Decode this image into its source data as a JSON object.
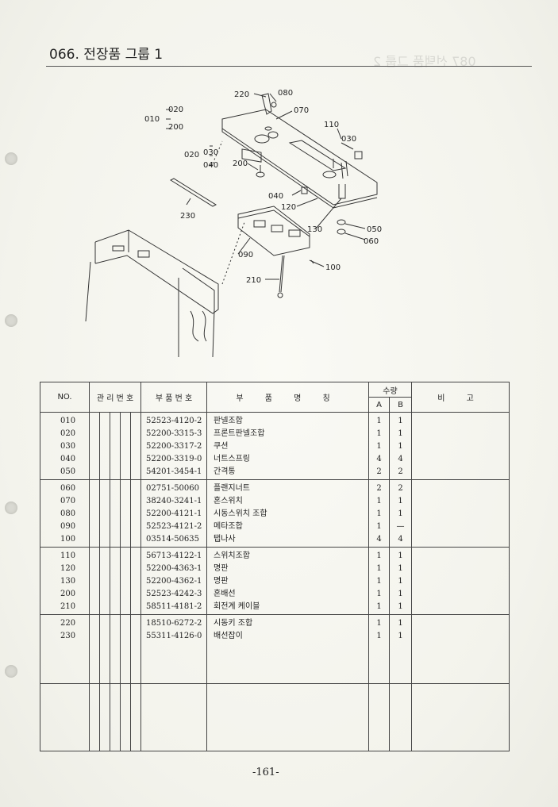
{
  "header": {
    "title": "066. 전장품 그룹 1"
  },
  "diagram": {
    "callouts": {
      "c010": "010",
      "c020a": "020",
      "c200a": "200",
      "c220": "220",
      "c080": "080",
      "c070": "070",
      "c110": "110",
      "c030a": "030",
      "c020b": "020",
      "c030b": "030",
      "c040a": "040",
      "c200b": "200",
      "c040b": "040",
      "c120": "120",
      "c130": "130",
      "c050": "050",
      "c060": "060",
      "c090": "090",
      "c100": "100",
      "c210": "210",
      "c230": "230"
    }
  },
  "table": {
    "headers": {
      "no": "NO.",
      "mgmt": "관 리 번 호",
      "part_no": "부 품 번 호",
      "part_name": "부 품 명 칭",
      "qty": "수량",
      "qty_a": "A",
      "qty_b": "B",
      "remarks": "비 고"
    },
    "groups": [
      {
        "no": [
          "010",
          "020",
          "030",
          "040",
          "050"
        ],
        "part_no": [
          "52523-4120-2",
          "52200-3315-3",
          "52200-3317-2",
          "52200-3319-0",
          "54201-3454-1"
        ],
        "name": [
          "판넬조합",
          "프론트판넬조합",
          "쿠션",
          "너트스프링",
          "간격통"
        ],
        "a": [
          "1",
          "1",
          "1",
          "4",
          "2"
        ],
        "b": [
          "1",
          "1",
          "1",
          "4",
          "2"
        ]
      },
      {
        "no": [
          "060",
          "070",
          "080",
          "090",
          "100"
        ],
        "part_no": [
          "02751-50060",
          "38240-3241-1",
          "52200-4121-1",
          "52523-4121-2",
          "03514-50635"
        ],
        "name": [
          "플랜지너트",
          "혼스위치",
          "시동스위치 조합",
          "메타조합",
          "탭나사"
        ],
        "a": [
          "2",
          "1",
          "1",
          "1",
          "4"
        ],
        "b": [
          "2",
          "1",
          "1",
          "—",
          "4"
        ]
      },
      {
        "no": [
          "110",
          "120",
          "130",
          "200",
          "210"
        ],
        "part_no": [
          "56713-4122-1",
          "52200-4363-1",
          "52200-4362-1",
          "52523-4242-3",
          "58511-4181-2"
        ],
        "name": [
          "스위치조합",
          "명판",
          "명판",
          "혼배선",
          "회전계 케이블"
        ],
        "a": [
          "1",
          "1",
          "1",
          "1",
          "1"
        ],
        "b": [
          "1",
          "1",
          "1",
          "1",
          "1"
        ]
      },
      {
        "no": [
          "220",
          "230"
        ],
        "part_no": [
          "18510-6272-2",
          "55311-4126-0"
        ],
        "name": [
          "시동키 조합",
          "배선잡이"
        ],
        "a": [
          "1",
          "1"
        ],
        "b": [
          "1",
          "1"
        ]
      }
    ]
  },
  "footer": {
    "page_number": "-161-"
  }
}
